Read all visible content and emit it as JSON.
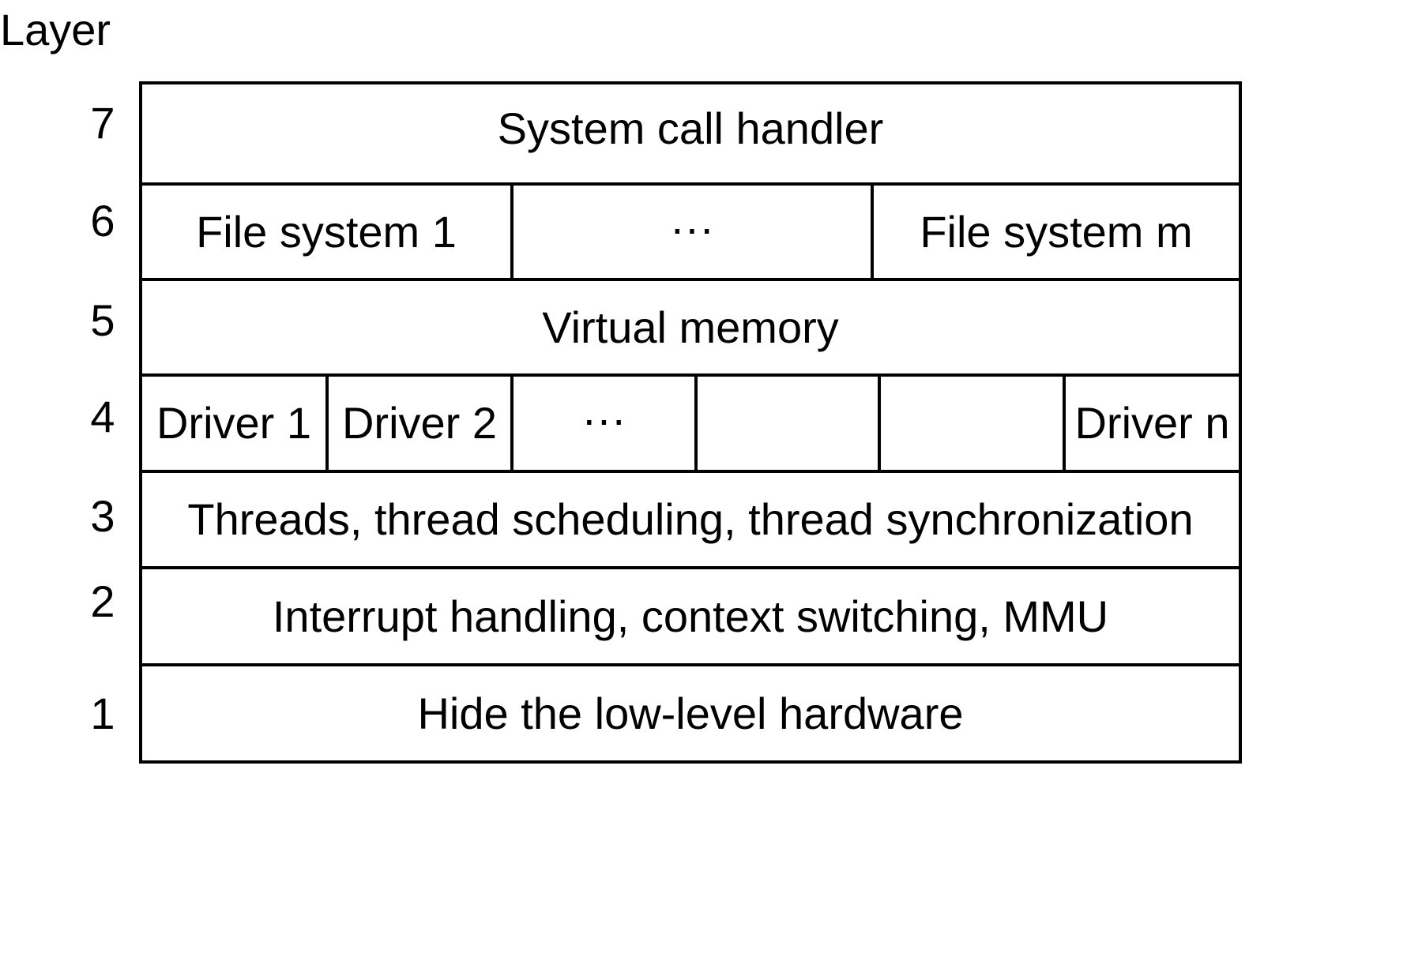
{
  "axis_title": "Layer",
  "layers": [
    {
      "number": "7",
      "cells": [
        "System call handler"
      ]
    },
    {
      "number": "6",
      "cells": [
        "File system 1",
        "···",
        "File system m"
      ]
    },
    {
      "number": "5",
      "cells": [
        "Virtual memory"
      ]
    },
    {
      "number": "4",
      "cells": [
        "Driver 1",
        "Driver 2",
        "···",
        "",
        "",
        "Driver n"
      ]
    },
    {
      "number": "3",
      "cells": [
        "Threads, thread scheduling, thread synchronization"
      ]
    },
    {
      "number": "2",
      "cells": [
        "Interrupt handling, context switching, MMU"
      ]
    },
    {
      "number": "1",
      "cells": [
        "Hide the low-level  hardware"
      ]
    }
  ]
}
